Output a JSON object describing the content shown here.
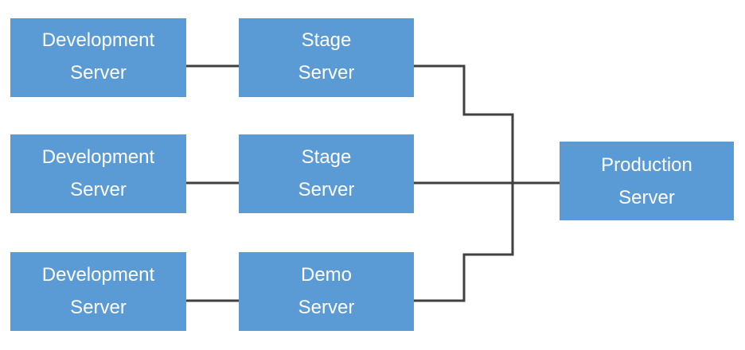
{
  "colors": {
    "box_fill": "#5b9bd5",
    "box_text": "#ffffff",
    "connector": "#404040",
    "background": "#ffffff"
  },
  "nodes": {
    "dev_1": {
      "line1": "Development",
      "line2": "Server"
    },
    "dev_2": {
      "line1": "Development",
      "line2": "Server"
    },
    "dev_3": {
      "line1": "Development",
      "line2": "Server"
    },
    "stage_1": {
      "line1": "Stage",
      "line2": "Server"
    },
    "stage_2": {
      "line1": "Stage",
      "line2": "Server"
    },
    "demo_1": {
      "line1": "Demo",
      "line2": "Server"
    },
    "production": {
      "line1": "Production",
      "line2": "Server"
    }
  },
  "edges": [
    {
      "from": "dev_1",
      "to": "stage_1"
    },
    {
      "from": "dev_2",
      "to": "stage_2"
    },
    {
      "from": "dev_3",
      "to": "demo_1"
    },
    {
      "from": "stage_1",
      "to": "production"
    },
    {
      "from": "stage_2",
      "to": "production"
    },
    {
      "from": "demo_1",
      "to": "production"
    }
  ]
}
